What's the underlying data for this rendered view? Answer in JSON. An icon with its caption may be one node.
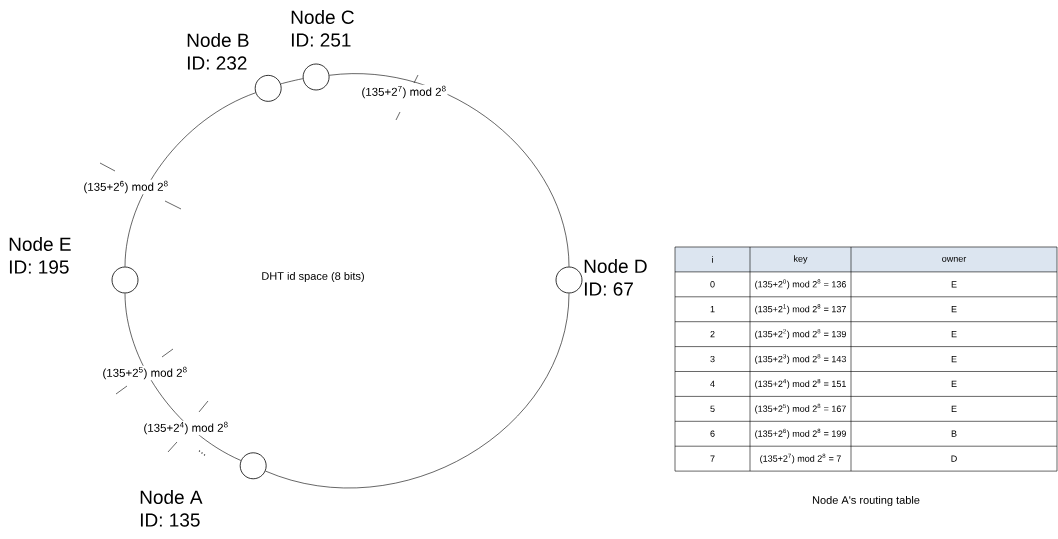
{
  "diagram": {
    "caption": "Node A's routing table",
    "nodes": [
      {
        "text": [],
        "shape": "circle",
        "beside": [
          "Node B",
          "ID: 232"
        ]
      },
      {
        "text": [],
        "shape": "circle",
        "beside": [
          "Node C",
          "ID: 251"
        ]
      },
      {
        "text": [],
        "shape": "circle",
        "beside": [
          "Node E",
          "ID: 195"
        ]
      },
      {
        "text": [],
        "shape": "circle",
        "beside": [
          "Node D",
          "ID: 67"
        ]
      },
      {
        "text": [],
        "shape": "circle",
        "beside": [
          "Node A",
          "ID: 135"
        ]
      }
    ],
    "edges": [
      {
        "from": 0,
        "to": 1,
        "arrow": "none"
      },
      {
        "from": 1,
        "to": 3,
        "arrow": "none"
      },
      {
        "from": 0,
        "to": 2,
        "arrow": "none"
      },
      {
        "from": 2,
        "to": 4,
        "arrow": "none"
      },
      {
        "from": 4,
        "to": 3,
        "arrow": "none"
      }
    ],
    "labels": [
      "(135+2$^{7}$) mod 2$^{8}$",
      "(135+2$^{6}$) mod 2$^{8}$",
      "DHT id space (8 bits)",
      "(135+2$^{5}$) mod 2$^{8}$",
      "(135+2$^{4}$) mod 2$^{8}$",
      "...",
      "i",
      "key",
      "owner",
      "0",
      "(135+2$^{0}$) mod 2$^{8}$ = 136",
      "E",
      "1",
      "(135+2$^{1}$) mod 2$^{8}$ = 137",
      "E",
      "2",
      "(135+2$^{2}$) mod 2$^{8}$ = 139",
      "E",
      "3",
      "(135+2$^{3}$) mod 2$^{8}$ = 143",
      "E",
      "4",
      "(135+2$^{4}$) mod 2$^{8}$ = 151",
      "E",
      "5",
      "(135+2$^{5}$) mod 2$^{8}$ = 167",
      "E",
      "6",
      "(135+2$^{6}$) mod 2$^{8}$ = 199",
      "B",
      "7",
      "(135+2$^{7}$) mod 2$^{8}$ = 7",
      "D"
    ]
  }
}
